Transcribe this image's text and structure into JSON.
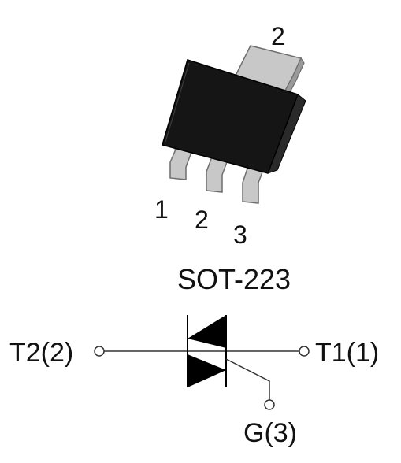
{
  "package": {
    "top_pin_label": "2",
    "bottom_pin_labels": [
      "1",
      "2",
      "3"
    ],
    "name": "SOT-223"
  },
  "schematic": {
    "left_terminal": "T2(2)",
    "right_terminal": "T1(1)",
    "gate_terminal": "G(3)"
  },
  "colors": {
    "body": "#151515",
    "body_side": "#2a2a2a",
    "lead": "#c8c8c8",
    "lead_stroke": "#6e6e6e",
    "line": "#333333",
    "symbol": "#000000"
  }
}
